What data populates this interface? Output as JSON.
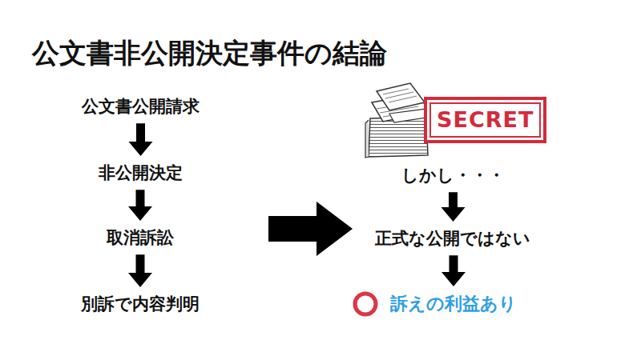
{
  "diagram": {
    "title": "公文書非公開決定事件の結論",
    "nodes": [
      {
        "text": [
          "公文書公開請求"
        ]
      },
      {
        "text": [
          "非公開決定"
        ]
      },
      {
        "text": [
          "取消訴訟"
        ]
      },
      {
        "text": [
          "別訴で内容判明"
        ]
      },
      {
        "text": [
          "SECRET"
        ]
      },
      {
        "text": [
          "しかし・・・"
        ]
      },
      {
        "text": [
          "正式な公開ではない"
        ]
      },
      {
        "text": [
          "訴えの利益あり"
        ]
      }
    ],
    "edges": [
      {
        "from": 0,
        "to": 1,
        "arrow": "to"
      },
      {
        "from": 1,
        "to": 2,
        "arrow": "to"
      },
      {
        "from": 2,
        "to": 3,
        "arrow": "to"
      },
      {
        "from": 5,
        "to": 6,
        "arrow": "to"
      },
      {
        "from": 6,
        "to": 7,
        "arrow": "to"
      }
    ]
  }
}
